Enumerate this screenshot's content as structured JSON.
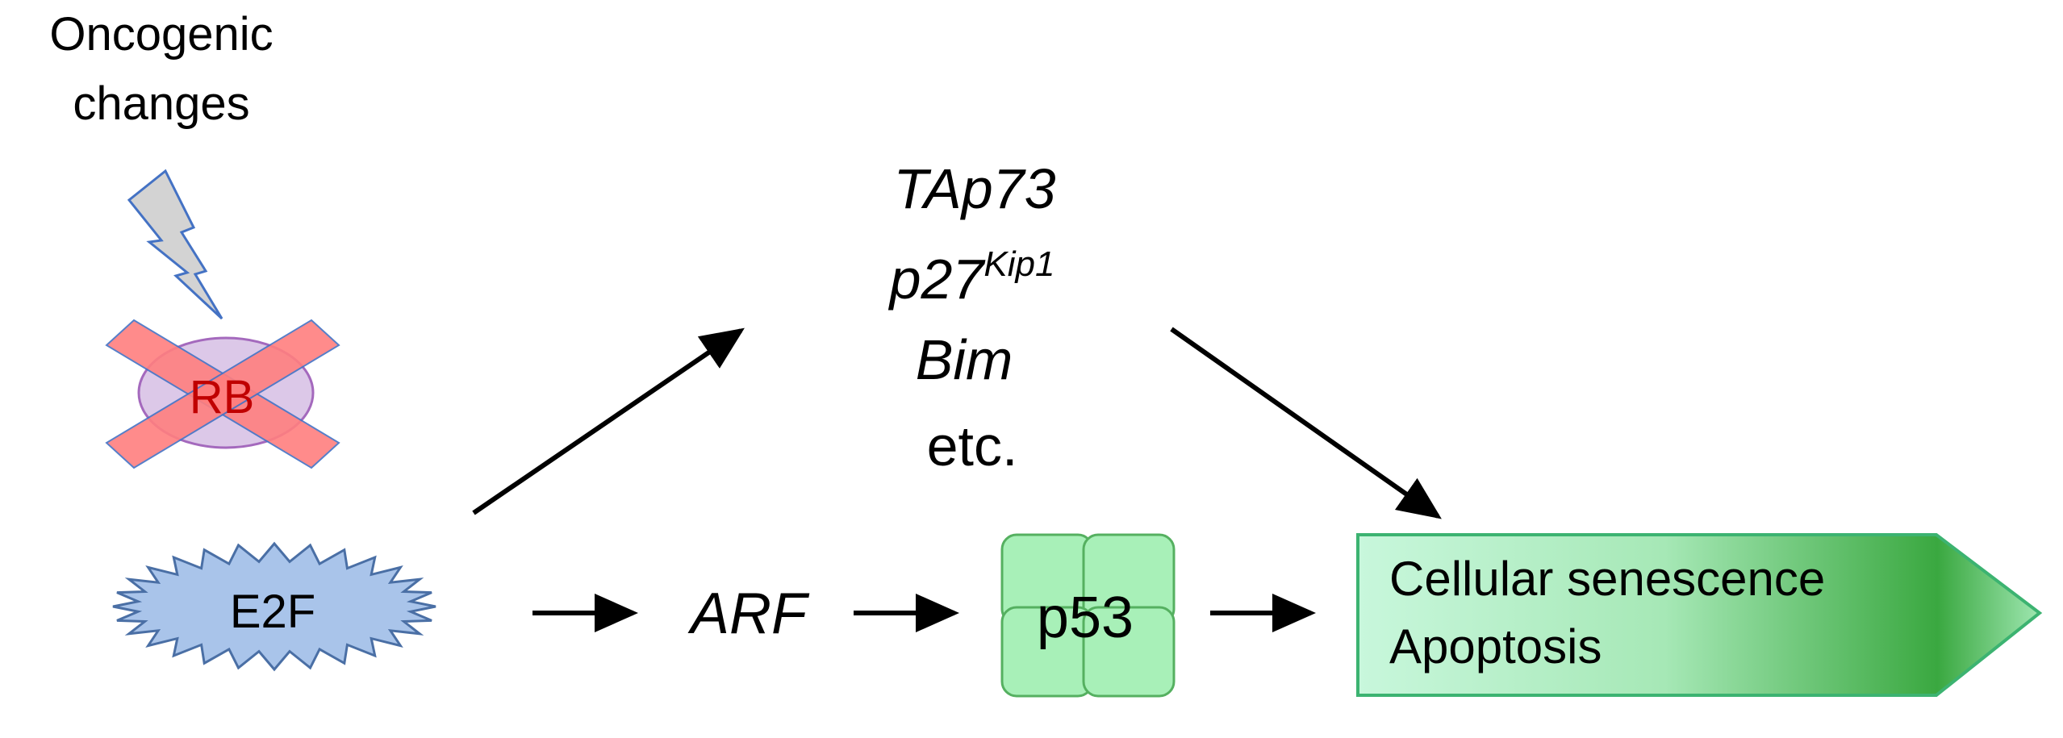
{
  "trigger": {
    "line1": "Oncogenic",
    "line2": "changes",
    "icon": "lightning-bolt-icon"
  },
  "rb": {
    "label": "RB",
    "status_icon": "cross-out-icon"
  },
  "e2f": {
    "label": "E2F"
  },
  "upper_targets": {
    "tap73": "TAp73",
    "p27": "p27",
    "p27_superscript": "Kip1",
    "bim": "Bim",
    "etc": "etc."
  },
  "arf": {
    "label": "ARF"
  },
  "p53": {
    "label": "p53"
  },
  "outcome": {
    "line1": "Cellular senescence",
    "line2": "Apoptosis"
  },
  "colors": {
    "text": "#000000",
    "bolt_fill": "#d3d3d3",
    "bolt_stroke": "#4472c4",
    "rb_fill": "#d9c3e6",
    "rb_stroke": "#9b59b6",
    "cross_fill": "#ff7f7f",
    "rb_text": "#c00000",
    "e2f_fill": "#a9c4ea",
    "e2f_stroke": "#4a6fa5",
    "p53_fill": "#a8f0b8",
    "p53_stroke": "#55b060",
    "outcome_light": "#c8f7dc",
    "outcome_dark": "#3aa840",
    "arrow": "#000000"
  }
}
